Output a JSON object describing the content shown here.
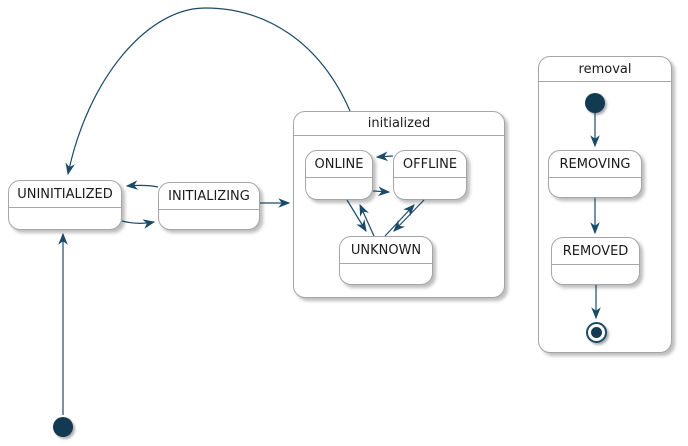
{
  "diagram": {
    "kind": "uml-state-machine"
  },
  "states": {
    "uninitialized": {
      "label": "UNINITIALIZED"
    },
    "initializing": {
      "label": "INITIALIZING"
    },
    "online": {
      "label": "ONLINE"
    },
    "offline": {
      "label": "OFFLINE"
    },
    "unknown": {
      "label": "UNKNOWN"
    },
    "removing": {
      "label": "REMOVING"
    },
    "removed": {
      "label": "REMOVED"
    }
  },
  "composites": {
    "initialized": {
      "title": "initialized",
      "children": [
        "ONLINE",
        "OFFLINE",
        "UNKNOWN"
      ]
    },
    "removal": {
      "title": "removal",
      "children": [
        "REMOVING",
        "REMOVED"
      ]
    }
  },
  "pseudostates": {
    "main_initial": "initial-state",
    "removal_initial": "initial-state",
    "removal_final": "final-state"
  },
  "transitions": [
    {
      "from": "initial",
      "to": "UNINITIALIZED"
    },
    {
      "from": "initialized",
      "to": "UNINITIALIZED"
    },
    {
      "from": "UNINITIALIZED",
      "to": "INITIALIZING"
    },
    {
      "from": "INITIALIZING",
      "to": "UNINITIALIZED"
    },
    {
      "from": "INITIALIZING",
      "to": "initialized"
    },
    {
      "from": "OFFLINE",
      "to": "ONLINE"
    },
    {
      "from": "ONLINE",
      "to": "OFFLINE"
    },
    {
      "from": "ONLINE",
      "to": "UNKNOWN"
    },
    {
      "from": "UNKNOWN",
      "to": "ONLINE"
    },
    {
      "from": "OFFLINE",
      "to": "UNKNOWN"
    },
    {
      "from": "UNKNOWN",
      "to": "OFFLINE"
    },
    {
      "from": "removal.initial",
      "to": "REMOVING"
    },
    {
      "from": "REMOVING",
      "to": "REMOVED"
    },
    {
      "from": "REMOVED",
      "to": "removal.final"
    }
  ],
  "colors": {
    "arrow": "#1a4a68",
    "pseudostate_fill": "#123a52",
    "node_border": "#a6a6a6",
    "node_fill": "#ffffff",
    "text": "#1b1b1b",
    "background": "#ffffff"
  }
}
